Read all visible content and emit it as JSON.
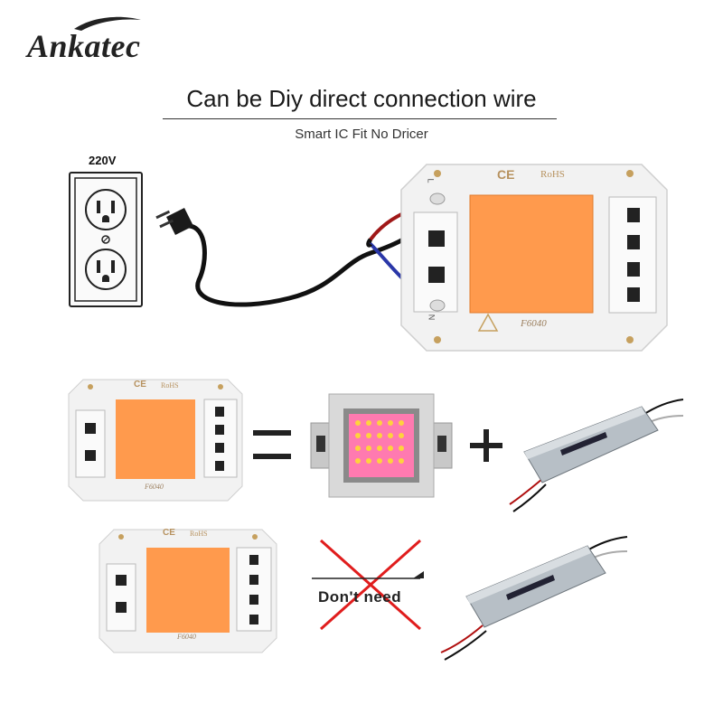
{
  "brand": {
    "name": "Ankatec"
  },
  "header": {
    "title": "Can be Diy direct connection wire",
    "subtitle": "Smart IC Fit No Dricer"
  },
  "outlet": {
    "voltage_label": "220V"
  },
  "chip": {
    "ce": "CE",
    "rohs": "RoHS",
    "model": "F6040",
    "pin_l": "L",
    "pin_n": "N"
  },
  "no_driver": {
    "label": "Don't need"
  },
  "colors": {
    "led": "#ff9a4d",
    "board": "#f2f2f2",
    "wire_red": "#a01818",
    "wire_blue": "#2a37a8",
    "cross": "#e01d1d"
  }
}
